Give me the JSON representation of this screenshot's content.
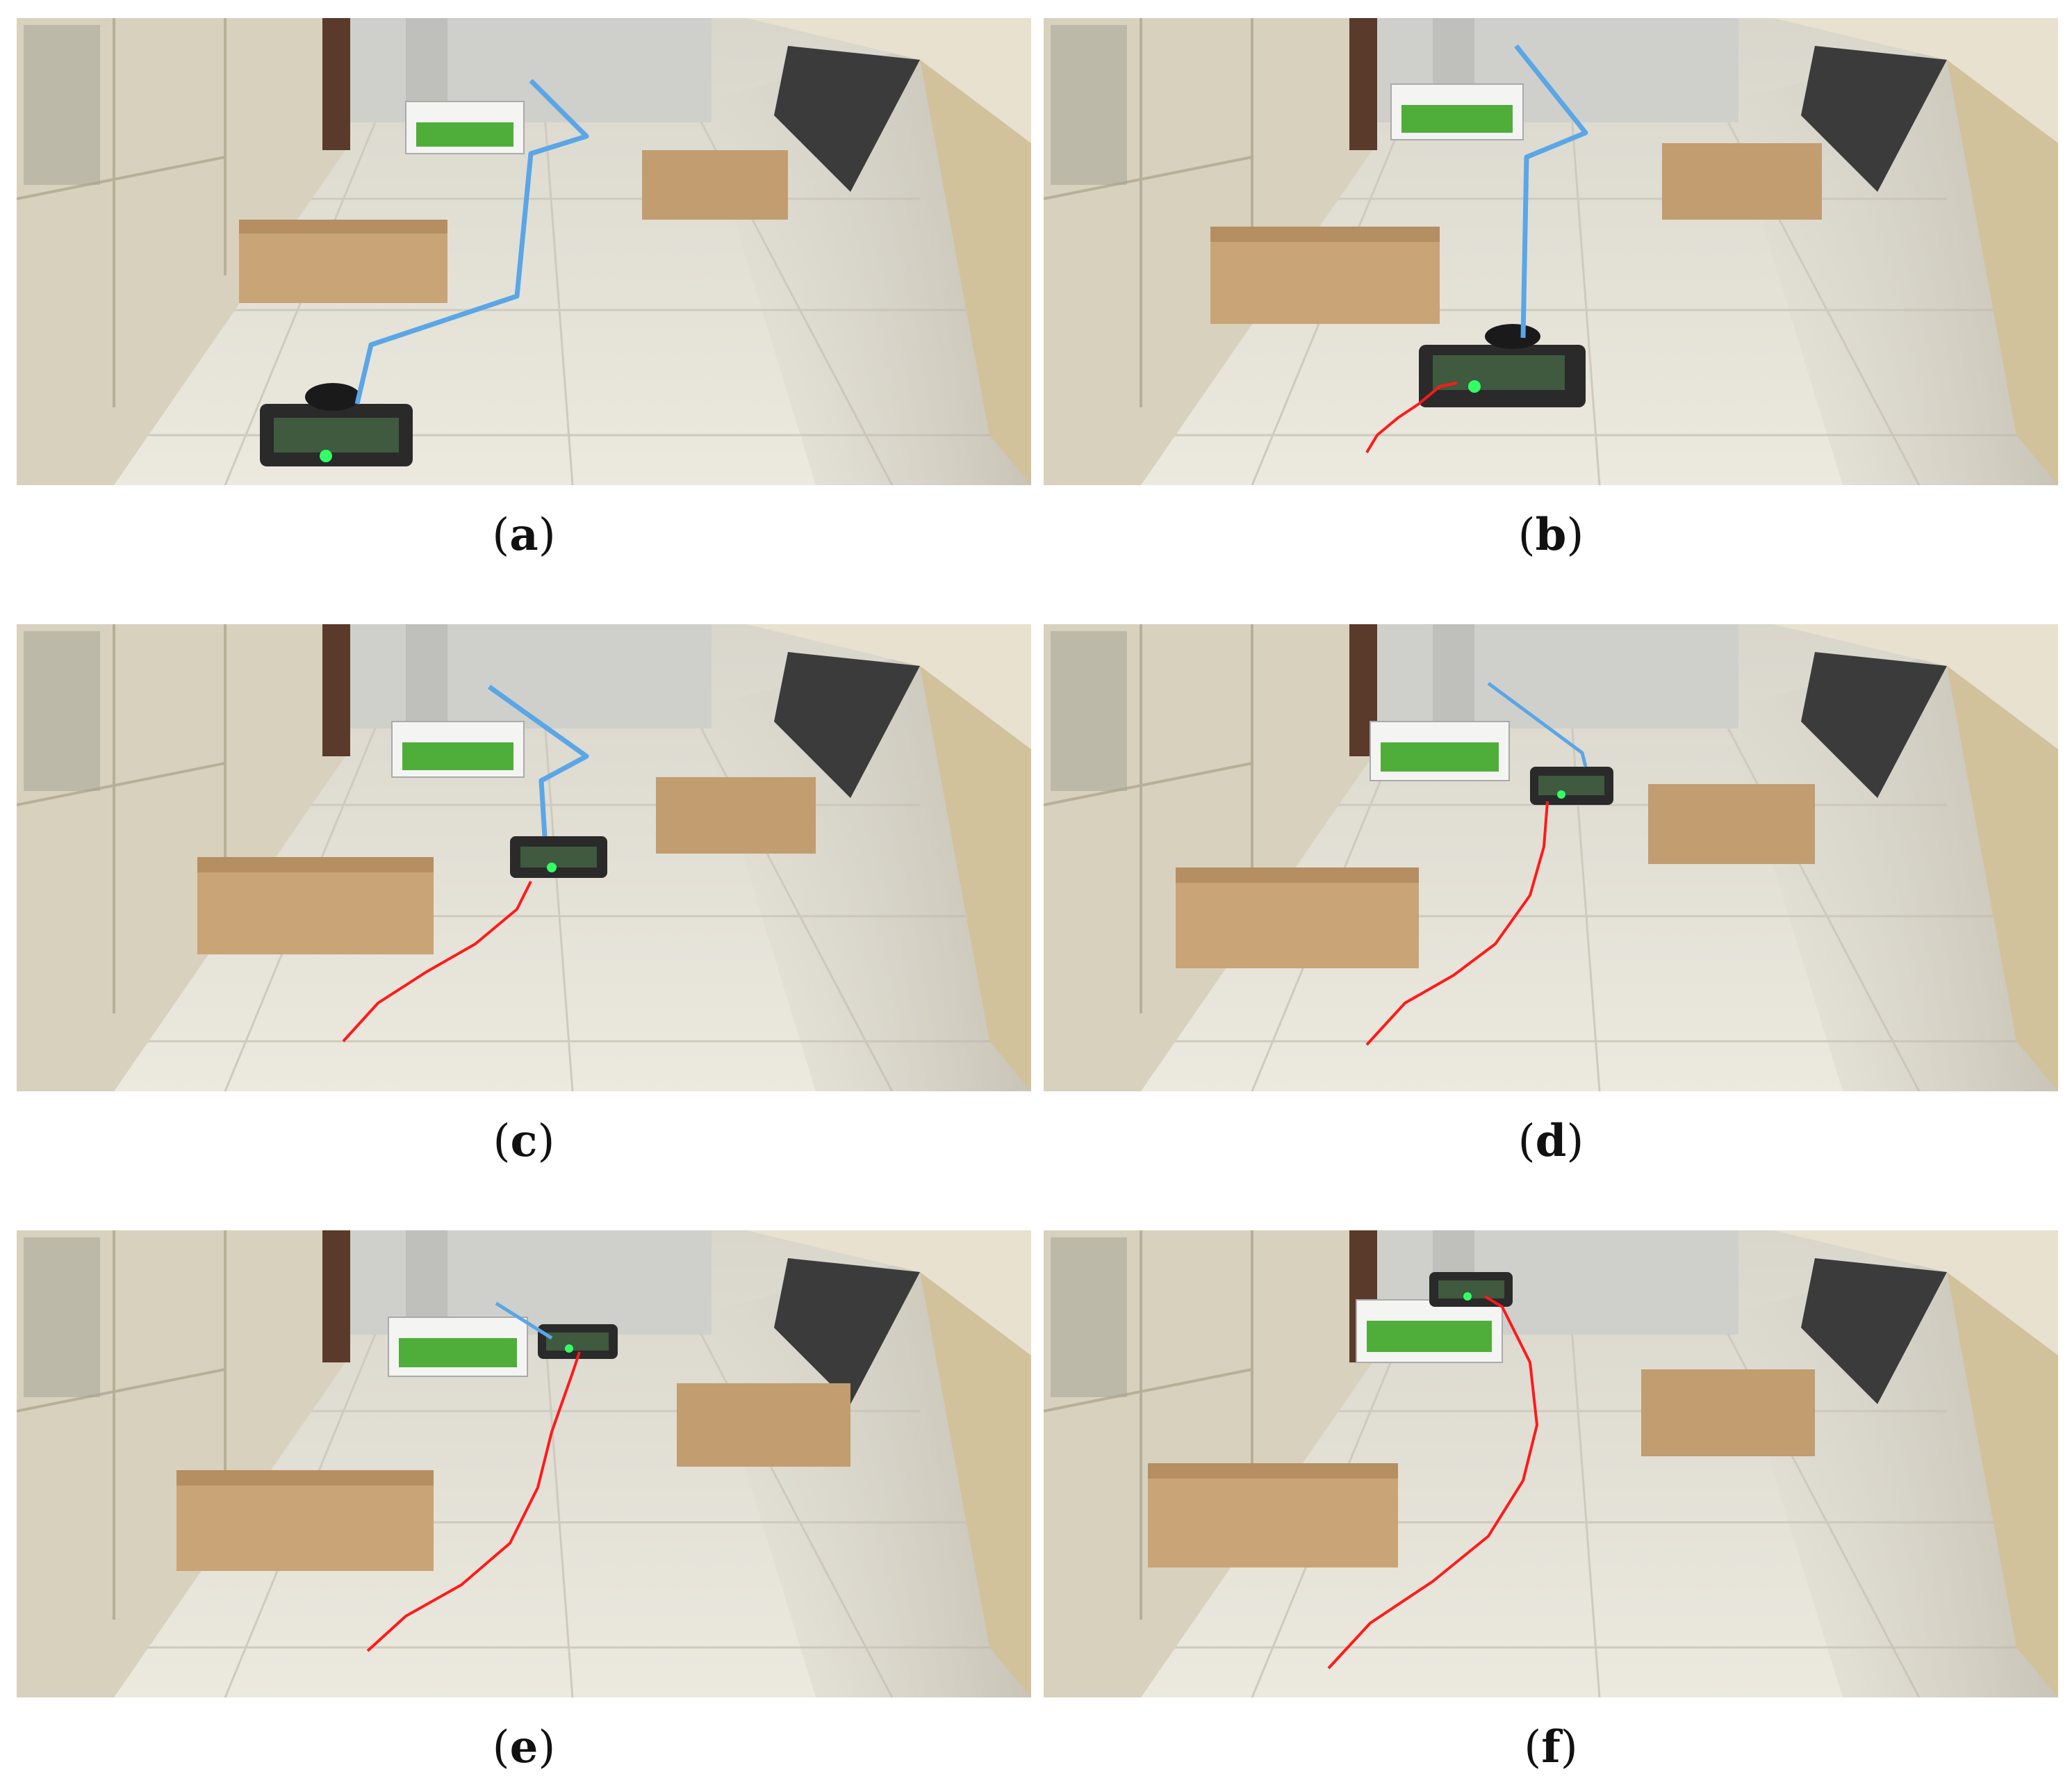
{
  "colors": {
    "planned_path": "#5aa6e6",
    "traveled_path": "#ff1a1a",
    "floor": "#e6e3d8",
    "cabinet": "#d9d3c0",
    "box": "#c9a477",
    "sign_green": "#4fae3a"
  },
  "panels": [
    {
      "id": "a",
      "caption": "a"
    },
    {
      "id": "b",
      "caption": "b"
    },
    {
      "id": "c",
      "caption": "c"
    },
    {
      "id": "d",
      "caption": "d"
    },
    {
      "id": "e",
      "caption": "e"
    },
    {
      "id": "f",
      "caption": "f"
    }
  ]
}
